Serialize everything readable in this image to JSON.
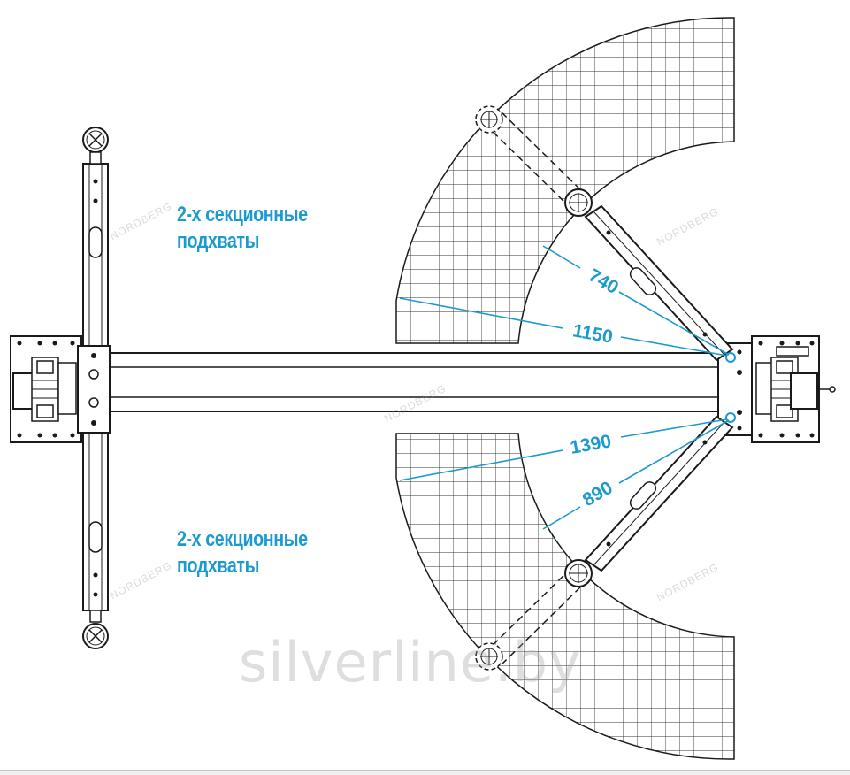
{
  "labels": {
    "upper_line1": "2-х секционные",
    "upper_line2": "подхваты",
    "lower_line1": "2-х секционные",
    "lower_line2": "подхваты"
  },
  "dimensions": {
    "upper_inner": "740",
    "upper_outer": "1150",
    "lower_outer": "1390",
    "lower_inner": "890"
  },
  "watermark": "silverline.by",
  "brand": "NORDBERG",
  "colors": {
    "accent": "#1b9ad0",
    "line": "#1a1a1a"
  }
}
